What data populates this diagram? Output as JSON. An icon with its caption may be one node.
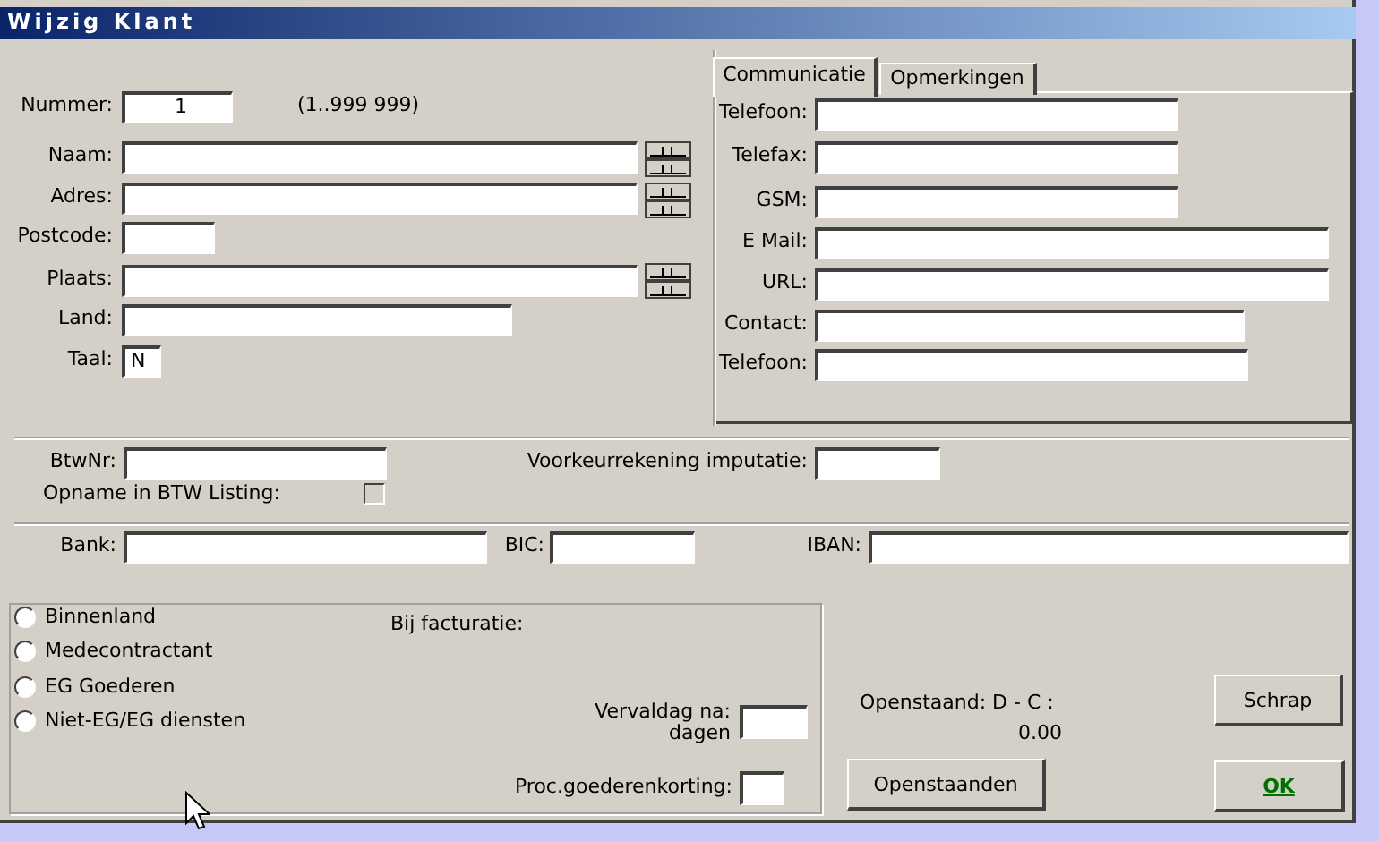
{
  "diagram": {
    "title": "Wijzig Klant",
    "labels": [
      "Nummer:",
      "1",
      "(1..999 999)",
      "Naam:",
      "Adres:",
      "Postcode:",
      "Plaats:",
      "Land:",
      "Taal:",
      "N",
      "Communicatie",
      "Opmerkingen",
      "Telefoon:",
      "Telefax:",
      "GSM:",
      "E Mail:",
      "URL:",
      "Contact:",
      "Telefoon:",
      "BtwNr:",
      "Voorkeurrekening imputatie:",
      "Opname in BTW Listing:",
      "Bank:",
      "BIC:",
      "IBAN:",
      "Binnenland",
      "Medecontractant",
      "EG Goederen",
      "Niet-EG/EG diensten",
      "Bij facturatie:",
      "Vervaldag na: dagen",
      "Proc.goederenkorting:",
      "Openstaand: D - C :",
      "0.00",
      "Schrap",
      "Openstaanden",
      "OK"
    ]
  }
}
